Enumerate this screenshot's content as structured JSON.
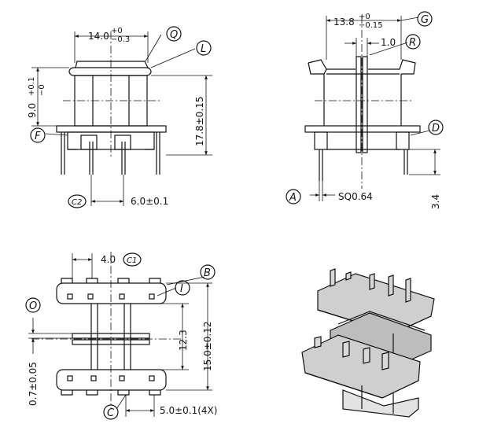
{
  "views": {
    "front": {
      "dim_width": "14.0",
      "dim_width_tol_plus": "+0",
      "dim_width_tol_minus": "−0.3",
      "dim_head": "9.0",
      "dim_head_tol_plus": "+0.1",
      "dim_head_tol_minus": "−0",
      "dim_height": "17.8±0.15",
      "dim_pitch": "6.0±0.1",
      "refs": {
        "q": "Q",
        "l": "L",
        "f": "F",
        "c2": "C2"
      }
    },
    "side": {
      "dim_width": "13.8",
      "dim_width_tol_plus": "+0",
      "dim_width_tol_minus": "−0.15",
      "dim_flange": "1.0",
      "dim_pin": "SQ0.64",
      "dim_standoff": "3.4",
      "refs": {
        "g": "G",
        "r": "R",
        "d": "D",
        "a": "A"
      }
    },
    "bottom": {
      "dim_pitch_a": "4.0",
      "dim_inner": "12.3",
      "dim_overall": "15.0±0.12",
      "dim_flange_thk": "0.7±0.05",
      "dim_pitch_b": "5.0±0.1(4X)",
      "refs": {
        "c1": "C1",
        "b": "B",
        "i": "I",
        "o": "O",
        "c": "C"
      }
    }
  }
}
